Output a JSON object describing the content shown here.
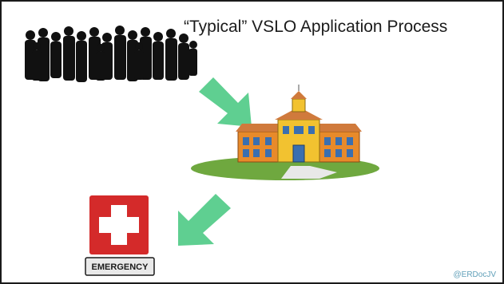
{
  "slide": {
    "title": "“Typical” VSLO Application Process",
    "footer": "@ERDocJV"
  },
  "emergency_sign": {
    "label": "EMERGENCY"
  },
  "colors": {
    "arrow": "#5fcf91",
    "cross_bg": "#d42a2a",
    "building_wall": "#e88a2a",
    "roof": "#d07a3c",
    "grass": "#6fa83f",
    "silhouette": "#111111"
  },
  "icons": [
    "crowd-silhouette-icon",
    "arrow-right-down-icon",
    "school-building-icon",
    "arrow-left-down-icon",
    "emergency-sign-icon"
  ]
}
